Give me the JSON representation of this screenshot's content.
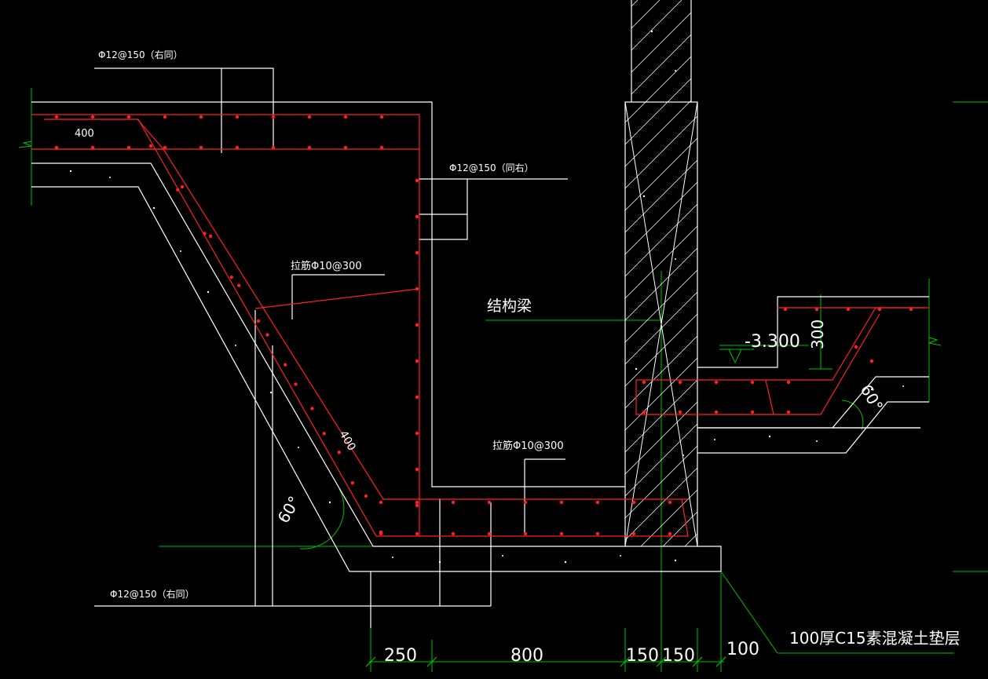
{
  "annotations": {
    "rebar_top": "Φ12@150（右同）",
    "rebar_mid": "Φ12@150（同右）",
    "tie_upper": "拉筋Φ10@300",
    "tie_lower": "拉筋Φ10@300",
    "rebar_bottom": "Φ12@150（右同）",
    "beam_label": "结构梁",
    "cushion_label": "100厚C15素混凝土垫层",
    "elevation": "-3.300",
    "dim_300": "300",
    "dim_400_top": "400",
    "dim_400_slope": "400",
    "angle_left": "60°",
    "angle_right": "60°"
  },
  "dimensions": [
    "250",
    "800",
    "150",
    "150",
    "100"
  ],
  "colors": {
    "background": "#000000",
    "outline": "#ffffff",
    "rebar": "#ff2020",
    "guide": "#00c000"
  }
}
